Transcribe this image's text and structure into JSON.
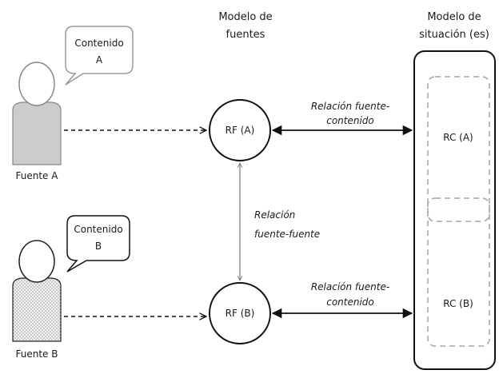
{
  "headings": {
    "source_model": [
      "Modelo de",
      "fuentes"
    ],
    "situation_model": [
      "Modelo de",
      "situación (es)"
    ]
  },
  "sources": {
    "a": {
      "label": "Fuente A",
      "bubble": [
        "Contenido",
        "A"
      ]
    },
    "b": {
      "label": "Fuente B",
      "bubble": [
        "Contenido",
        "B"
      ]
    }
  },
  "source_nodes": {
    "a": "RF (A)",
    "b": "RF (B)"
  },
  "content_nodes": {
    "a": "RC (A)",
    "b": "RC (B)"
  },
  "relations": {
    "source_content_a": [
      "Relación fuente-",
      "contenido"
    ],
    "source_content_b": [
      "Relación fuente-",
      "contenido"
    ],
    "source_source": [
      "Relación",
      "fuente-fuente"
    ]
  }
}
